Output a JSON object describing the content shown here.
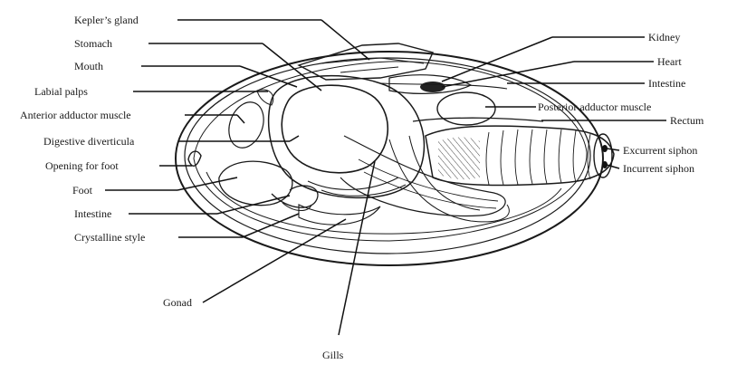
{
  "diagram": {
    "labels": [
      {
        "id": "keplers-gland",
        "text": "Kepler’s gland"
      },
      {
        "id": "stomach",
        "text": "Stomach"
      },
      {
        "id": "mouth",
        "text": "Mouth"
      },
      {
        "id": "labial-palps",
        "text": "Labial palps"
      },
      {
        "id": "anterior-adductor-muscle",
        "text": "Anterior adductor muscle"
      },
      {
        "id": "digestive-diverticula",
        "text": "Digestive diverticula"
      },
      {
        "id": "opening-for-foot",
        "text": "Opening for foot"
      },
      {
        "id": "foot",
        "text": "Foot"
      },
      {
        "id": "intestine-left",
        "text": "Intestine"
      },
      {
        "id": "crystalline-style",
        "text": "Crystalline style"
      },
      {
        "id": "gonad",
        "text": "Gonad"
      },
      {
        "id": "gills",
        "text": "Gills"
      },
      {
        "id": "kidney",
        "text": "Kidney"
      },
      {
        "id": "heart",
        "text": "Heart"
      },
      {
        "id": "intestine-right",
        "text": "Intestine"
      },
      {
        "id": "posterior-adductor-muscle",
        "text": "Posterior adductor muscle"
      },
      {
        "id": "rectum",
        "text": "Rectum"
      },
      {
        "id": "excurrent-siphon",
        "text": "Excurrent siphon"
      },
      {
        "id": "incurrent-siphon",
        "text": "Incurrent siphon"
      }
    ]
  }
}
